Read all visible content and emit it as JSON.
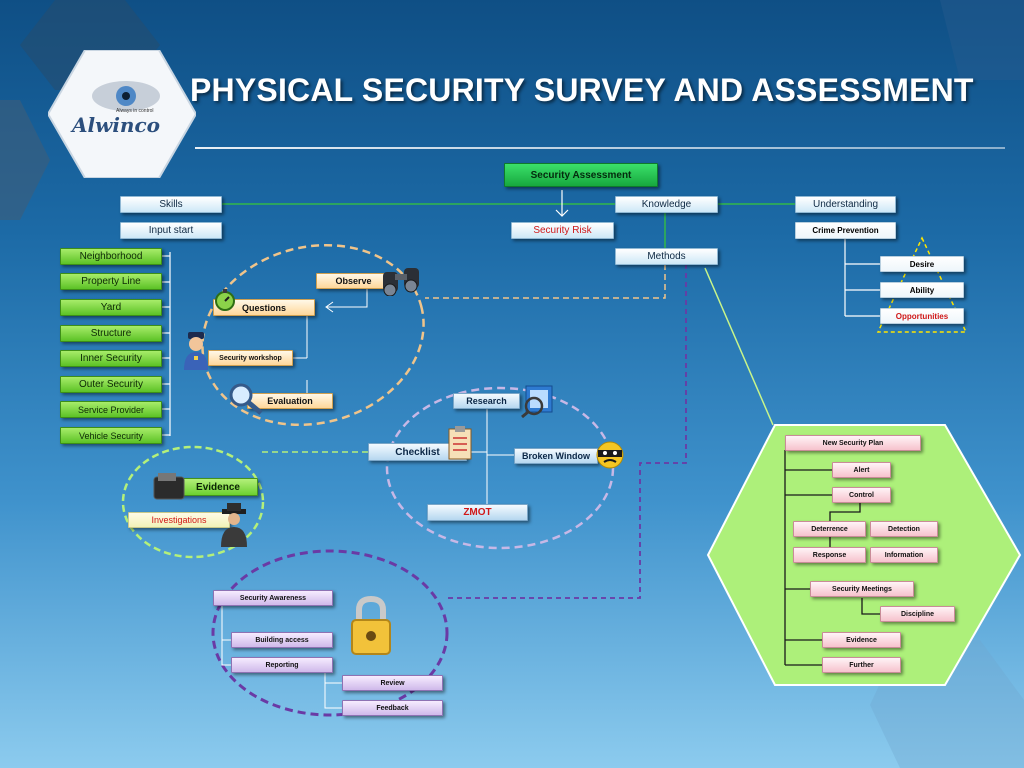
{
  "title": "PHYSICAL SECURITY SURVEY AND ASSESSMENT",
  "logo": {
    "name": "Alwinco",
    "tagline": "Always in control"
  },
  "colors": {
    "background_top": "#0f4f85",
    "background_bottom": "#8ccbee",
    "connector_green": "#33b849",
    "dashed_orange": "#f0c48a",
    "dashed_purple": "#6a3aa5",
    "dashed_lime": "#b4f07a",
    "dashed_lavender": "#c7b8e6",
    "hexagon_fill": "#adf07a"
  },
  "root": "Security Assessment",
  "main_branches": [
    "Skills",
    "Knowledge",
    "Understanding"
  ],
  "sub_nodes": {
    "input_start": "Input start",
    "security_risk": "Security Risk",
    "methods": "Methods",
    "crime_prevention": "Crime Prevention"
  },
  "skills_list": [
    "Neighborhood",
    "Property Line",
    "Yard",
    "Structure",
    "Inner Security",
    "Outer Security",
    "Service Provider",
    "Vehicle Security"
  ],
  "crime_triangle": [
    "Desire",
    "Ability",
    "Opportunities"
  ],
  "observation_cycle": {
    "observe": "Observe",
    "questions": "Questions",
    "workshop": "Security workshop",
    "evaluation": "Evaluation"
  },
  "research_cluster": {
    "research": "Research",
    "checklist": "Checklist",
    "broken_window": "Broken Window",
    "zmot": "ZMOT"
  },
  "evidence_cluster": {
    "evidence": "Evidence",
    "investigations": "Investigations"
  },
  "awareness": {
    "security_awareness": "Security Awareness",
    "building_access": "Building access",
    "reporting": "Reporting",
    "review": "Review",
    "feedback": "Feedback"
  },
  "plan": {
    "new_plan": "New Security Plan",
    "alert": "Alert",
    "control": "Control",
    "deterrence": "Deterrence",
    "detection": "Detection",
    "response": "Response",
    "information": "Information",
    "meetings": "Security Meetings",
    "discipline": "Discipline",
    "evidence": "Evidence",
    "further": "Further"
  },
  "icons": [
    "binoculars-icon",
    "stopwatch-icon",
    "police-officer-icon",
    "magnifier-icon",
    "research-icon",
    "clipboard-icon",
    "masked-burglar-icon",
    "wallet-icon",
    "detective-icon",
    "padlock-icon"
  ]
}
